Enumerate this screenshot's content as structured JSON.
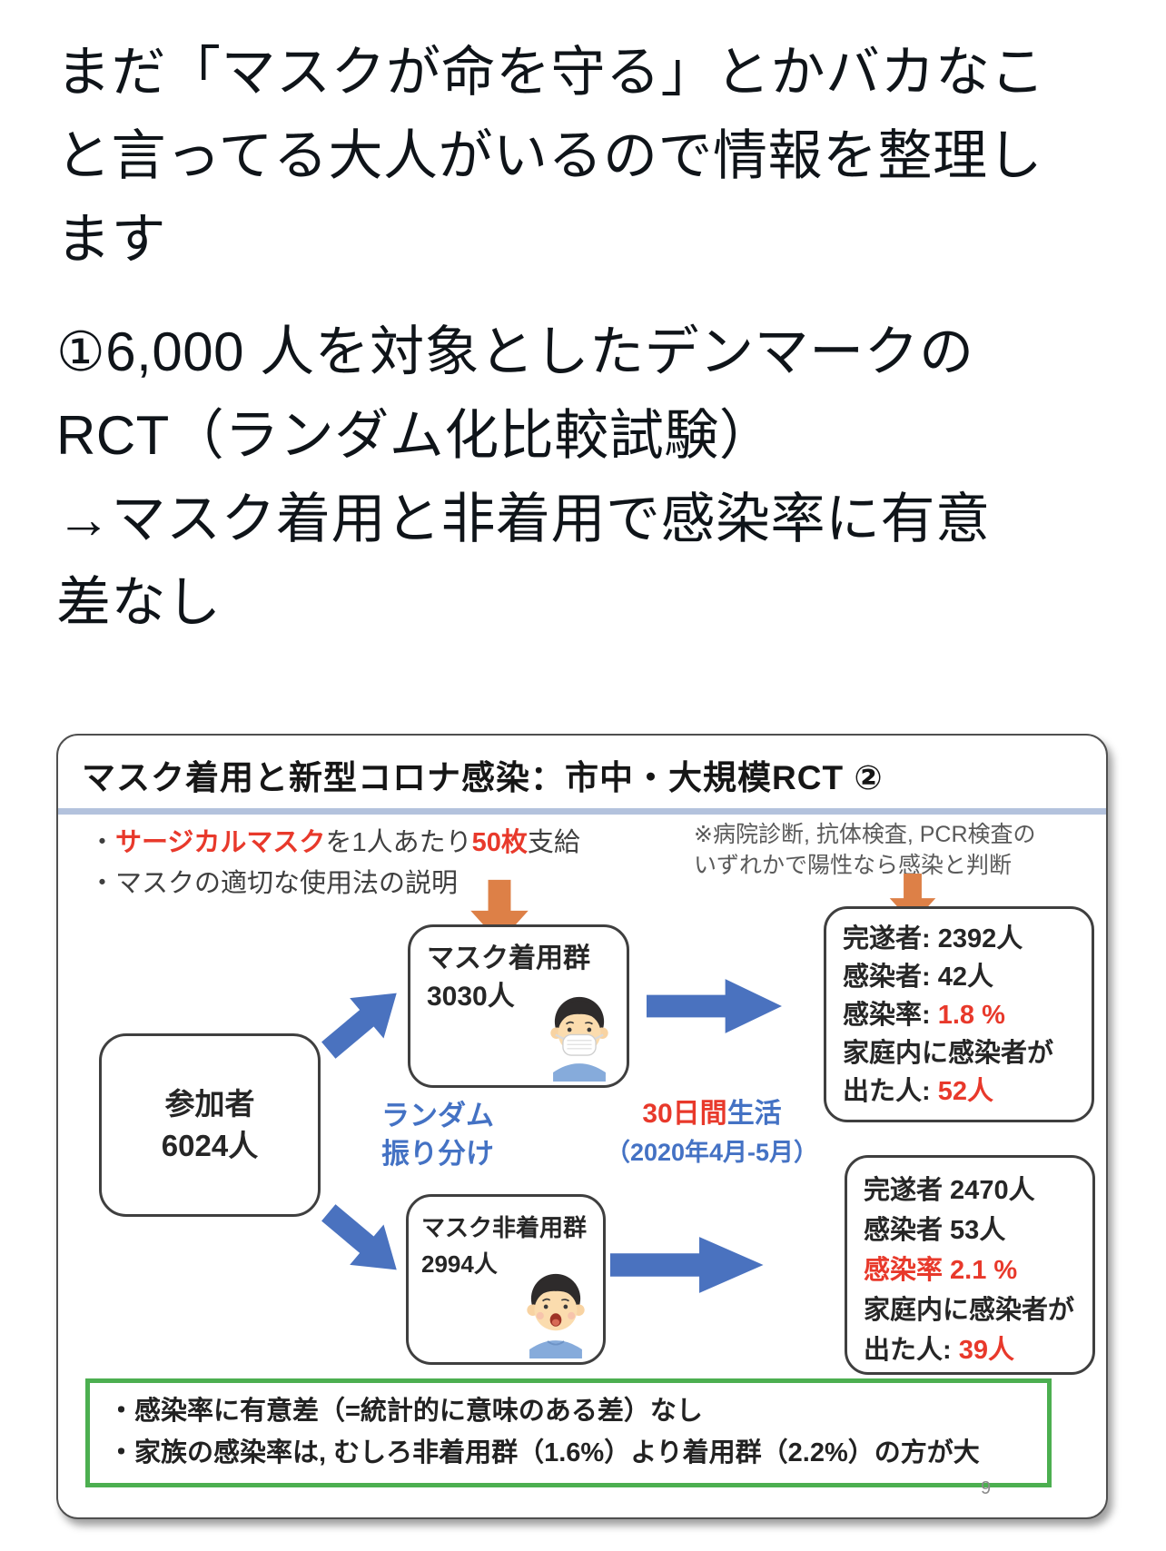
{
  "post": {
    "p1_lines": [
      "まだ「マスクが命を守る」とかバカなこ",
      "と言ってる大人がいるので情報を整理し",
      "ます"
    ],
    "p2_lines": [
      "①6,000 人を対象としたデンマークの",
      "RCT（ランダム化比較試験）",
      "→マスク着用と非着用で感染率に有意",
      "差なし"
    ]
  },
  "slide": {
    "title": "マスク着用と新型コロナ感染：市中・大規模RCT ②",
    "bullet1": {
      "s1": "・",
      "s2": "サージカルマスク",
      "s3": "を1人あたり",
      "s4": "50枚",
      "s5": "支給"
    },
    "bullet2": "・マスクの適切な使用法の説明",
    "note_lines": [
      "※病院診断, 抗体検査, PCR検査の",
      "いずれかで陽性なら感染と判断"
    ],
    "participant_box": {
      "l1": "参加者",
      "l2": "6024人"
    },
    "random_label": {
      "l1": "ランダム",
      "l2": "振り分け"
    },
    "mask_group": {
      "l1": "マスク着用群",
      "l2": "3030人"
    },
    "nomask_group": {
      "l1": "マスク非着用群",
      "l2": "2994人"
    },
    "duration": {
      "red": "30日間",
      "blue": "生活",
      "line2": "（2020年4月-5月）"
    },
    "mask_result": {
      "l1": "完遂者: 2392人",
      "l2": "感染者: 42人",
      "l3a": "感染率: ",
      "l3b": "1.8 %",
      "l4": "家庭内に感染者が",
      "l5a": "出た人: ",
      "l5b": "52人"
    },
    "nomask_result": {
      "l1": "完遂者 2470人",
      "l2": "感染者 53人",
      "l3": "感染率 2.1 %",
      "l4": "家庭内に感染者が",
      "l5a": "出た人: ",
      "l5b": "39人"
    },
    "conclusion_lines": [
      "・感染率に有意差（=統計的に意味のある差）なし",
      "・家族の感染率は, むしろ非着用群（1.6%）より着用群（2.2%）の方が大"
    ],
    "page_number": "9",
    "colors": {
      "red": "#e8392b",
      "blue": "#4472c4",
      "orange": "#dd8047",
      "green": "#4caf50",
      "divider_blue": "#b3c2dd"
    }
  }
}
